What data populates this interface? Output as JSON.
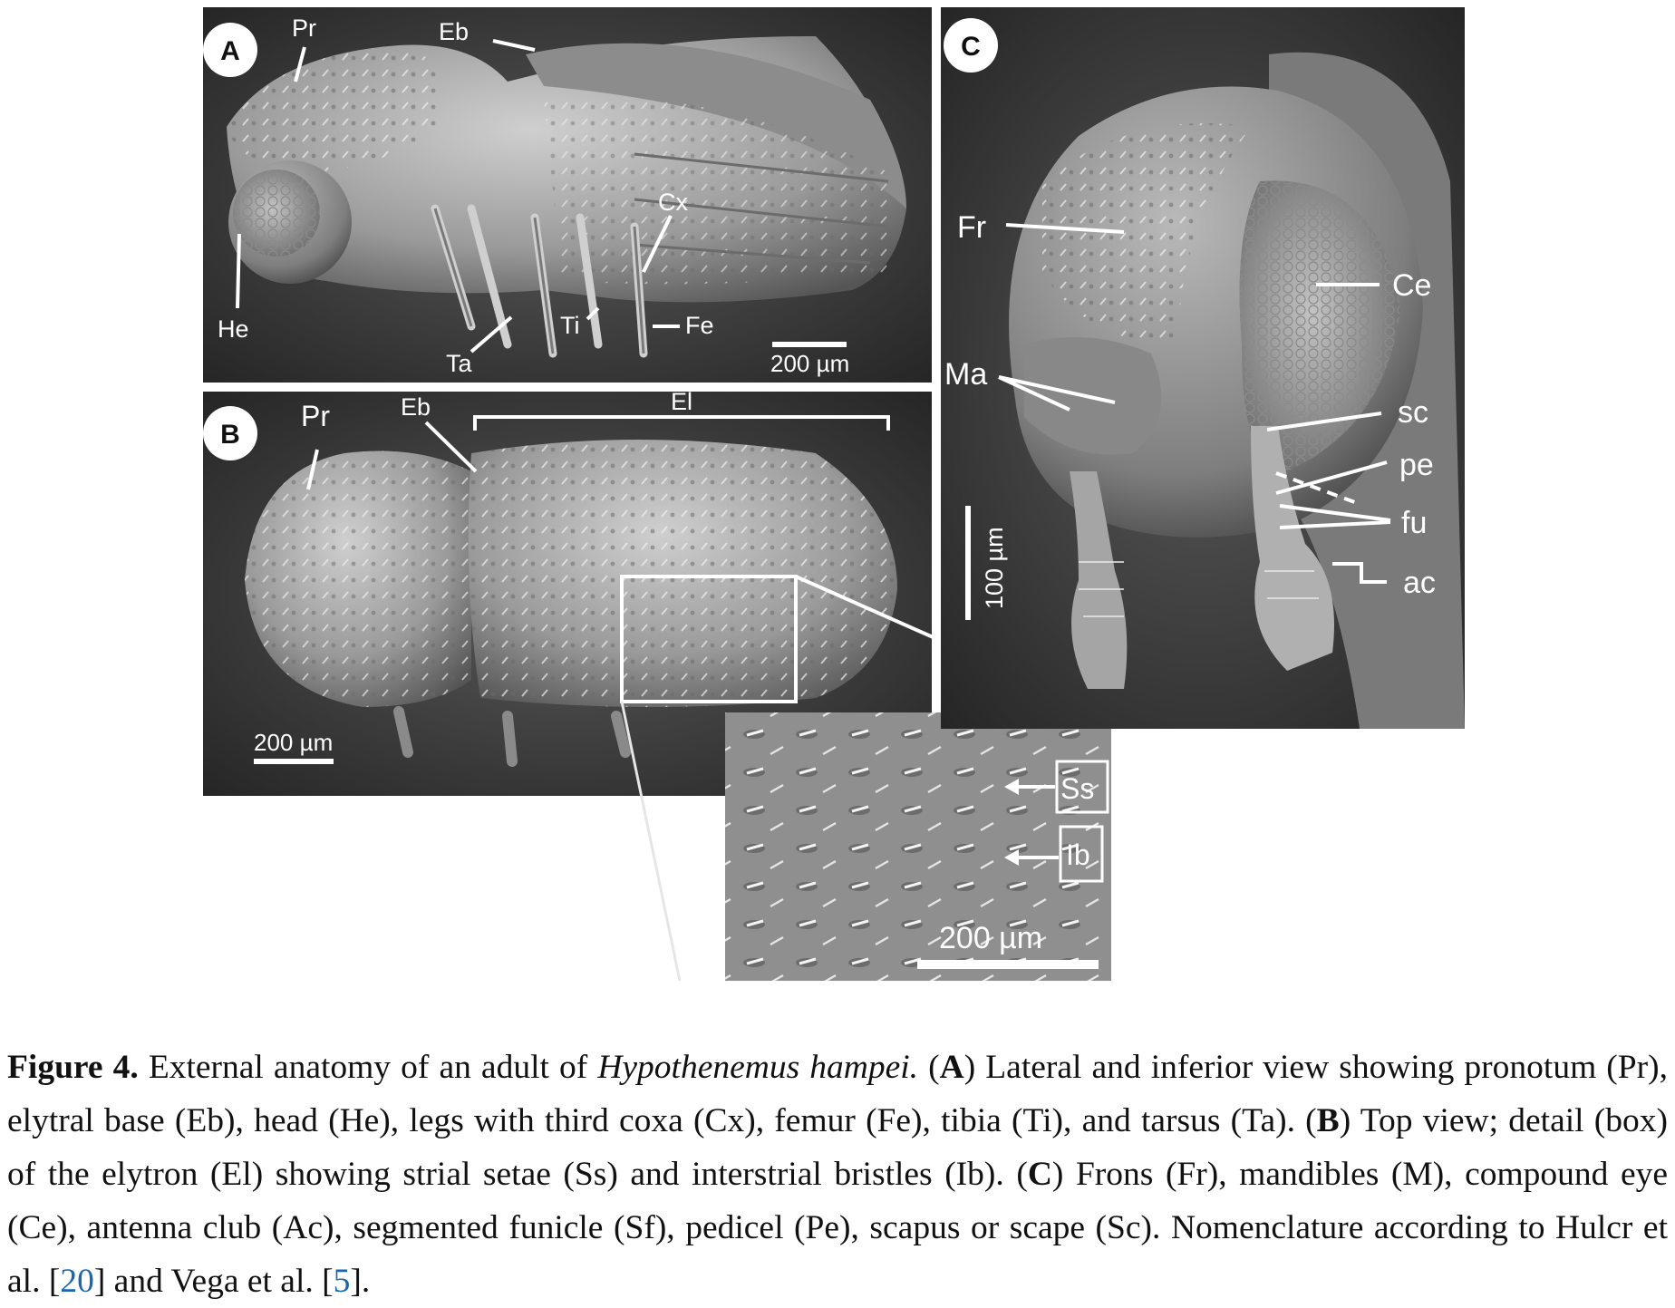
{
  "panels": {
    "a": {
      "letter": "A",
      "scale": "200 µm",
      "labels": {
        "pr": "Pr",
        "eb": "Eb",
        "cx": "Cx",
        "he": "He",
        "ta": "Ta",
        "ti": "Ti",
        "fe": "Fe"
      }
    },
    "b": {
      "letter": "B",
      "scale": "200 µm",
      "labels": {
        "pr": "Pr",
        "eb": "Eb",
        "el": "El"
      }
    },
    "inset": {
      "scale": "200 µm",
      "labels": {
        "ss": "Ss",
        "ib": "Ib"
      }
    },
    "c": {
      "letter": "C",
      "scale": "100 µm",
      "labels": {
        "fr": "Fr",
        "ce": "Ce",
        "ma": "Ma",
        "sc": "sc",
        "pe": "pe",
        "fu": "fu",
        "ac": "ac"
      }
    }
  },
  "caption": {
    "label": "Figure 4.",
    "t1": " External anatomy of an adult of ",
    "species": "Hypothenemus hampei.",
    "t2": " (",
    "a": "A",
    "t3": ") Lateral and inferior view showing pronotum (Pr), elytral base (Eb), head (He), legs with third coxa (Cx), femur (Fe), tibia (Ti), and tarsus (Ta). (",
    "b": "B",
    "t4": ") Top view; detail (box) of the elytron (El) showing strial setae (Ss) and interstrial bristles (Ib). (",
    "c": "C",
    "t5": ") Frons (Fr), mandibles (M), compound eye (Ce), antenna club (Ac), segmented funicle (Sf), pedicel (Pe), scapus or scape (Sc). Nomenclature according to Hulcr et al. [",
    "ref1": "20",
    "t6": "] and Vega et al. [",
    "ref2": "5",
    "t7": "]."
  }
}
